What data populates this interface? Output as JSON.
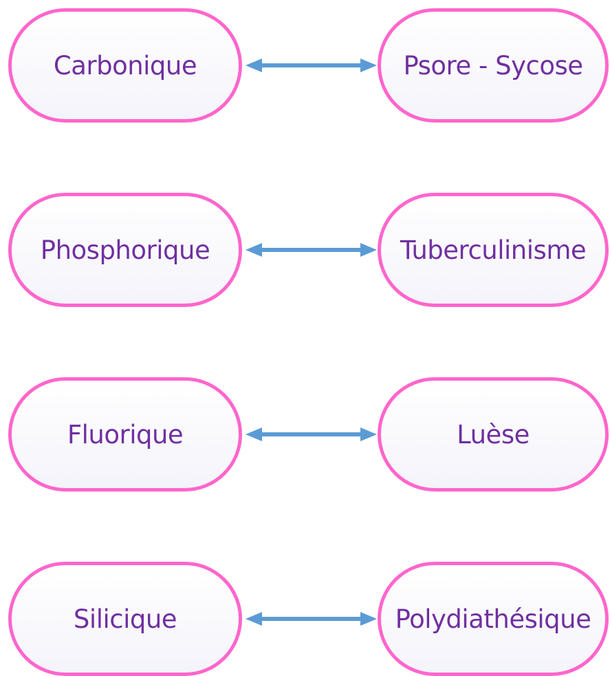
{
  "diagram": {
    "pairs": [
      {
        "left": "Carbonique",
        "right": "Psore - Sycose"
      },
      {
        "left": "Phosphorique",
        "right": "Tuberculinisme"
      },
      {
        "left": "Fluorique",
        "right": "Luèse"
      },
      {
        "left": "Silicique",
        "right": "Polydiathésique"
      }
    ]
  },
  "colors": {
    "node_border": "#ff66cc",
    "node_text": "#7030a0",
    "arrow": "#5b9bd5"
  }
}
